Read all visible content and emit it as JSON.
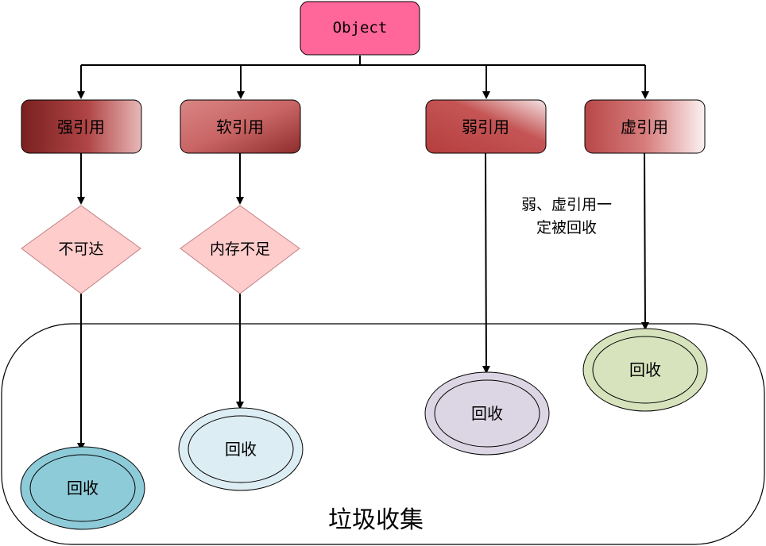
{
  "root": {
    "label": "Object"
  },
  "references": [
    {
      "id": "strong",
      "label": "强引用"
    },
    {
      "id": "soft",
      "label": "软引用"
    },
    {
      "id": "weak",
      "label": "弱引用"
    },
    {
      "id": "phantom",
      "label": "虚引用"
    }
  ],
  "conditions": {
    "strong": "不可达",
    "soft": "内存不足"
  },
  "annotation": {
    "line1": "弱、虚引用一",
    "line2": "定被回收"
  },
  "collect_nodes": {
    "strong": "回收",
    "soft": "回收",
    "weak": "回收",
    "phantom": "回收"
  },
  "gc_region": {
    "label": "垃圾收集"
  },
  "colors": {
    "root_fill": "#ff6699",
    "reference_dark": "#8b2a2a",
    "reference_light": "#f3dede",
    "condition_fill": "#ffcccc",
    "collect_strong": "#8ecbd8",
    "collect_soft": "#dcedf3",
    "collect_weak": "#dcd6e4",
    "collect_phantom": "#d7e3bd"
  }
}
